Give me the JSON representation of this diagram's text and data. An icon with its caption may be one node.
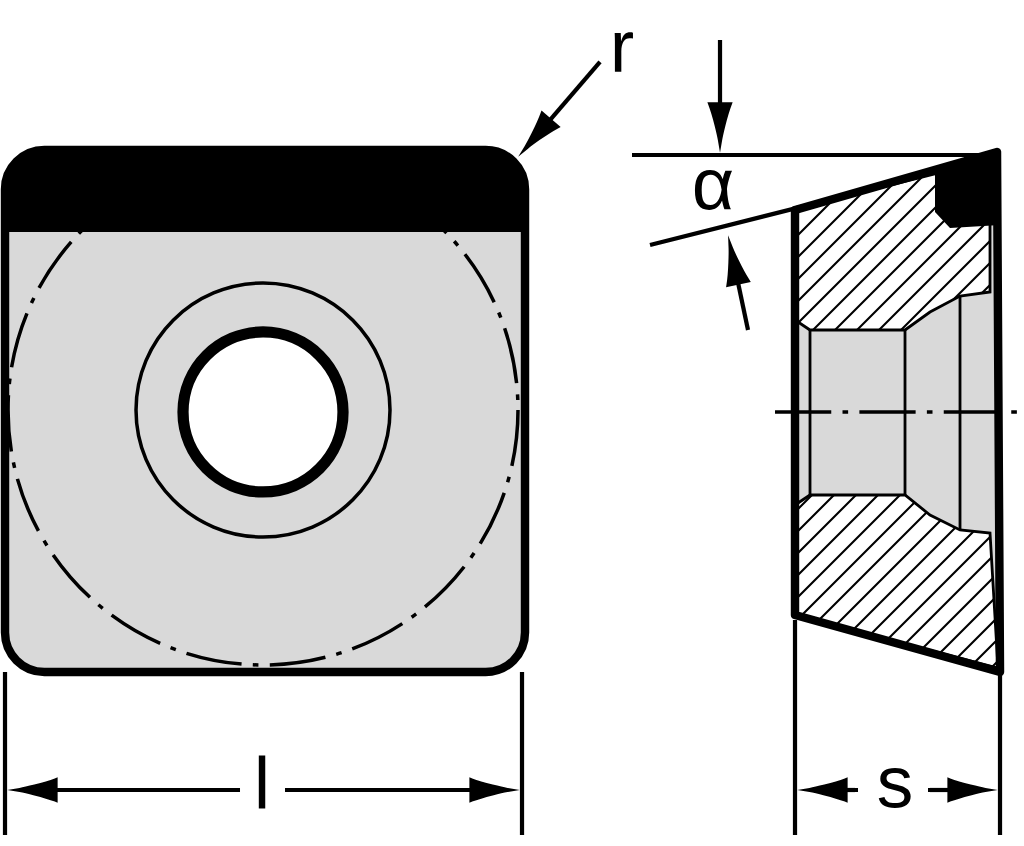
{
  "diagram": {
    "labels": [
      "r",
      "α",
      "l",
      "s"
    ]
  }
}
